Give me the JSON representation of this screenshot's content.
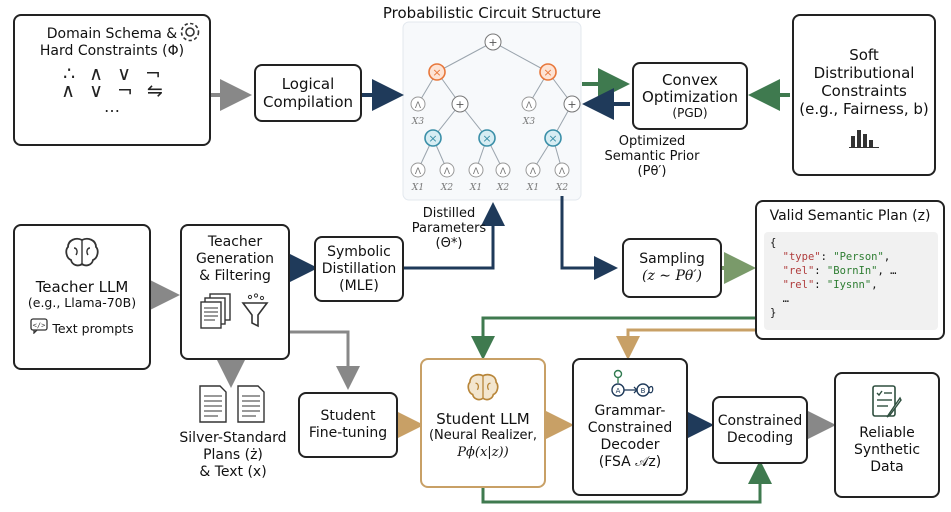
{
  "domain_box": {
    "line1": "Domain Schema &",
    "line2": "Hard Constraints (Φ)",
    "symbols_row1": [
      "∴",
      "∧",
      "∨",
      "¬"
    ],
    "symbols_row2": [
      "∧",
      "∨",
      "¬",
      "⇋"
    ],
    "ellipsis": "…"
  },
  "logical": {
    "line1": "Logical",
    "line2": "Compilation"
  },
  "circuit": {
    "title": "Probabilistic Circuit Structure",
    "vars_mid": [
      "X3",
      "X3"
    ],
    "vars_bottom": [
      "X1",
      "X2",
      "X1",
      "X2",
      "X1",
      "X2"
    ]
  },
  "convex": {
    "line1": "Convex",
    "line2": "Optimization",
    "line3": "(PGD)"
  },
  "soft": {
    "line1": "Soft",
    "line2": "Distributional",
    "line3": "Constraints",
    "line4": "(e.g., Fairness, b)"
  },
  "optimized_prior": {
    "line1": "Optimized",
    "line2": "Semantic Prior",
    "line3": "(Pθ′)"
  },
  "distilled": {
    "line1": "Distilled",
    "line2": "Parameters",
    "line3": "(Θ*)"
  },
  "teacher": {
    "line1": "Teacher LLM",
    "line2": "(e.g., Llama-70B)",
    "prompt": "Text prompts"
  },
  "teacher_gen": {
    "line1": "Teacher",
    "line2": "Generation",
    "line3": "& Filtering"
  },
  "symbolic": {
    "line1": "Symbolic",
    "line2": "Distillation",
    "line3": "(MLE)"
  },
  "sampling": {
    "line1": "Sampling",
    "line2": "(z ∼ Pθ′)"
  },
  "plan": {
    "title": "Valid Semantic Plan (z)",
    "code": [
      {
        "pre": "{",
        "key": "",
        "mid": "",
        "val": "",
        "post": ""
      },
      {
        "pre": "  ",
        "key": "\"type\"",
        "mid": ": ",
        "val": "\"Person\"",
        "post": ","
      },
      {
        "pre": "  ",
        "key": "\"rel\"",
        "mid": ": ",
        "val": "\"BornIn\"",
        "post": ", …"
      },
      {
        "pre": "  ",
        "key": "\"rel\"",
        "mid": ": ",
        "val": "\"Iysnn\"",
        "post": ","
      },
      {
        "pre": "  …",
        "key": "",
        "mid": "",
        "val": "",
        "post": ""
      },
      {
        "pre": "}",
        "key": "",
        "mid": "",
        "val": "",
        "post": ""
      }
    ]
  },
  "silver": {
    "line1": "Silver-Standard",
    "line2": "Plans (ż)",
    "line3": "& Text (x)"
  },
  "student_ft": {
    "line1": "Student",
    "line2": "Fine-tuning"
  },
  "student_llm": {
    "line1": "Student LLM",
    "line2": "(Neural Realizer,",
    "line3": "Pϕ(x|z))"
  },
  "grammar": {
    "line1": "Grammar-",
    "line2": "Constrained",
    "line3": "Decoder",
    "line4": "(FSA 𝒜z)"
  },
  "constrained": {
    "line1": "Constrained",
    "line2": "Decoding"
  },
  "reliable": {
    "line1": "Reliable",
    "line2": "Synthetic",
    "line3": "Data"
  },
  "colors": {
    "navy": "#1f3a5a",
    "green": "#3f7a4f",
    "gray": "#888888",
    "tan": "#c8a066",
    "orange": "#e8773a",
    "teal": "#3a8fa8"
  }
}
